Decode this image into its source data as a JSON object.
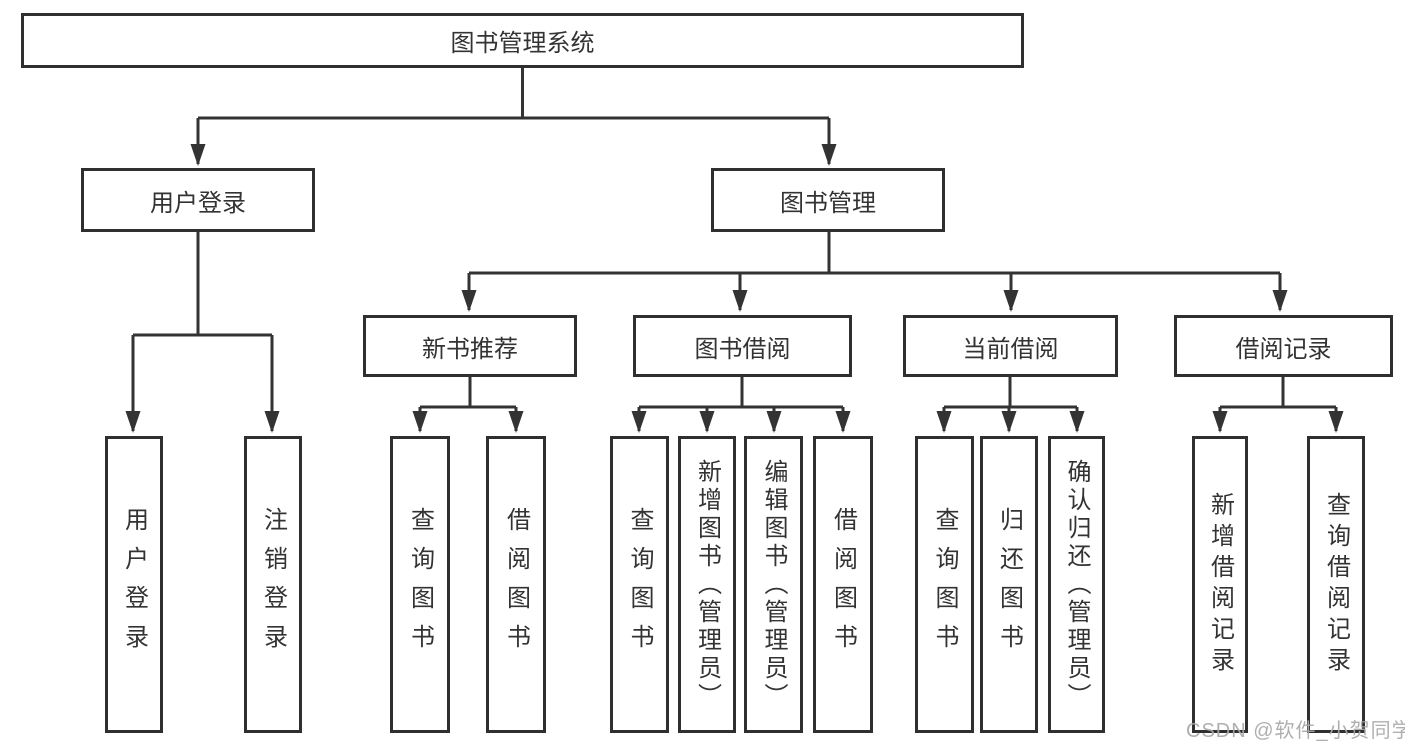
{
  "tree": {
    "root": {
      "label": "图书管理系统"
    },
    "branches": [
      {
        "label": "用户登录",
        "children": [
          {
            "label": "用户登录"
          },
          {
            "label": "注销登录"
          }
        ]
      },
      {
        "label": "图书管理",
        "children": [
          {
            "label": "新书推荐",
            "children": [
              {
                "label": "查询图书"
              },
              {
                "label": "借阅图书"
              }
            ]
          },
          {
            "label": "图书借阅",
            "children": [
              {
                "label": "查询图书"
              },
              {
                "label": "新增图书（管理员）"
              },
              {
                "label": "编辑图书（管理员）"
              },
              {
                "label": "借阅图书"
              }
            ]
          },
          {
            "label": "当前借阅",
            "children": [
              {
                "label": "查询图书"
              },
              {
                "label": "归还图书"
              },
              {
                "label": "确认归还（管理员）"
              }
            ]
          },
          {
            "label": "借阅记录",
            "children": [
              {
                "label": "新增借阅记录"
              },
              {
                "label": "查询借阅记录"
              }
            ]
          }
        ]
      }
    ]
  },
  "watermark": {
    "text": "CSDN @软件_小贺同学"
  },
  "colors": {
    "line": "#333333",
    "box_border": "#2f2f2f",
    "text": "#333333",
    "watermark": "#a9a9a9",
    "background": "#ffffff"
  }
}
